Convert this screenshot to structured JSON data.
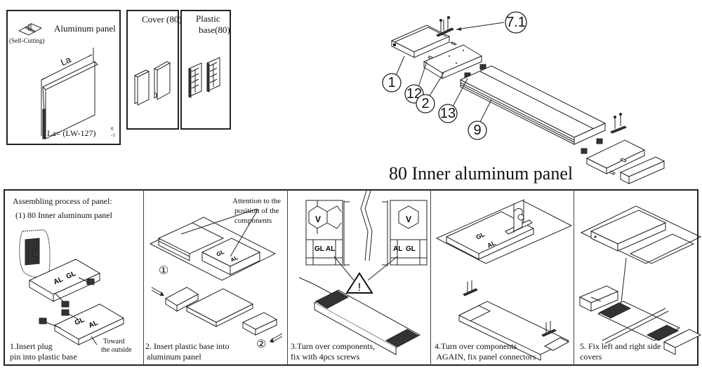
{
  "parts": {
    "aluminum_panel": {
      "title": "Aluminum panel",
      "tool_note": "(Self-Cutting)",
      "dimension_label": "La",
      "formula": "La= (LW-127)",
      "tolerance_upper": "0",
      "tolerance_lower": "-1"
    },
    "cover": {
      "title": "Cover (80)"
    },
    "plastic_base": {
      "title_line1": "Plastic",
      "title_line2": "base(80)"
    }
  },
  "exploded_view": {
    "title": "80 Inner aluminum panel",
    "callouts": [
      "7.1",
      "1",
      "12",
      "2",
      "13",
      "9"
    ]
  },
  "assembly": {
    "heading": "Assembling process of panel:",
    "subheading": "(1) 80 Inner aluminum panel",
    "steps": [
      {
        "line1": "1.Insert plug",
        "line2": "pin into plastic base",
        "annotation_line1": "Toward",
        "annotation_line2": "the outside"
      },
      {
        "line1": "2. Insert plastic base into",
        "line2": "aluminum panel",
        "annotation_line1": "Attention to the",
        "annotation_line2": "position of the",
        "annotation_line3": "components",
        "marker1": "①",
        "marker2": "②"
      },
      {
        "line1": "3.Turn over components,",
        "line2": "fix with 4pcs screws",
        "warning": "!",
        "label_gl": "GL",
        "label_al": "AL",
        "label_v": "V"
      },
      {
        "line1": "4.Turn over components",
        "line2": " AGAIN, fix panel connectors"
      },
      {
        "line1": "5. Fix left and right side",
        "line2": "covers"
      }
    ]
  }
}
